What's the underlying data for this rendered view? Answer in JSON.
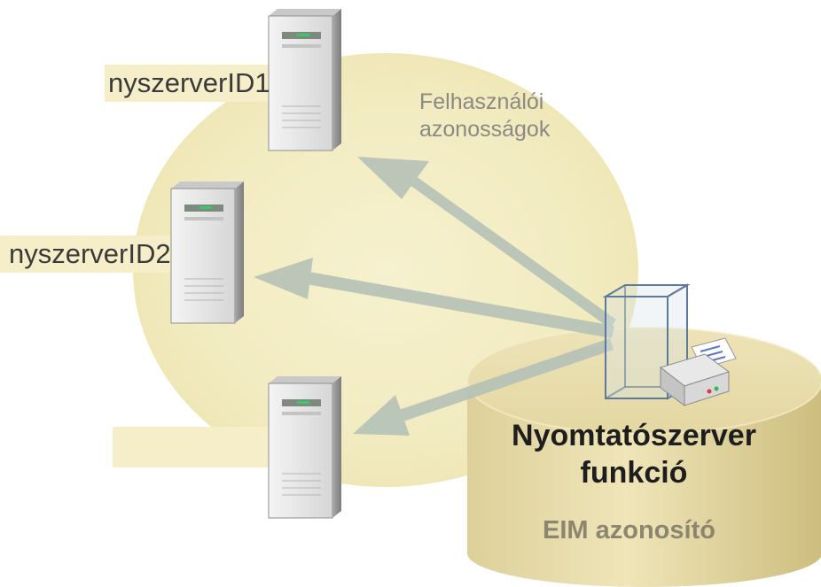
{
  "servers": [
    {
      "id_label": "nyszerverID1"
    },
    {
      "id_label": "nyszerverID2"
    },
    {
      "id_label": ""
    }
  ],
  "group_label_line1": "Felhasználói",
  "group_label_line2": "azonosságok",
  "function_label_line1": "Nyomtatószerver",
  "function_label_line2": "funkció",
  "eim_label": "EIM azonosító",
  "colors": {
    "cloud": "#f2ecc2",
    "tag": "#f5eec8",
    "cylinder": "#e2d49a",
    "arrow": "#b9c4ba"
  }
}
